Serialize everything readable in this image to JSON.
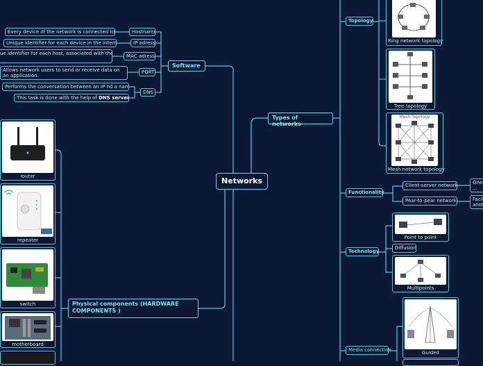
{
  "center": "Networks",
  "types": {
    "label": "Types of networks",
    "topology": {
      "label": "Topology",
      "items": [
        "Ring network topology",
        "Tree topology",
        "Mesh network topology"
      ],
      "mesh_img_title": "Mesh Topology"
    },
    "functionality": {
      "label": "Functionality",
      "items": [
        {
          "label": "Client-server network",
          "note": "One ... othe..."
        },
        {
          "label": "Pear-to-pear network",
          "note": "Facili... anot..."
        }
      ]
    },
    "technology": {
      "label": "Technology",
      "items": [
        "Point to point",
        "Diffusion",
        "Multipoints"
      ]
    },
    "media": {
      "label": "Media connection",
      "items": [
        "Guided"
      ]
    }
  },
  "software": {
    "label": "Software",
    "items": [
      {
        "label": "Hostname",
        "desc": "Every device of the network is connected to it."
      },
      {
        "label": "IP adress",
        "desc": "Unique identifier for each device in the internet."
      },
      {
        "label": "MAC adress",
        "desc": "ue identifier for each host, associated with the"
      },
      {
        "label": "PORT",
        "desc": "Allows network users to send or receive data on an application."
      },
      {
        "label": "DNS",
        "desc1": "Performs the conversation between an IP nd a name.",
        "desc2_prefix": "This task is done with the help of ",
        "desc2_bold": "DNS servers."
      }
    ]
  },
  "hardware": {
    "label": "Physical components (HARDWARE COMPONENTS )",
    "items": [
      "router",
      "repeater",
      "switch",
      "motherboard"
    ]
  },
  "colors": {
    "background": "#0b1836",
    "line": "#5fc8d6",
    "text": "#b9eef4",
    "accent": "#7fe3ee"
  }
}
